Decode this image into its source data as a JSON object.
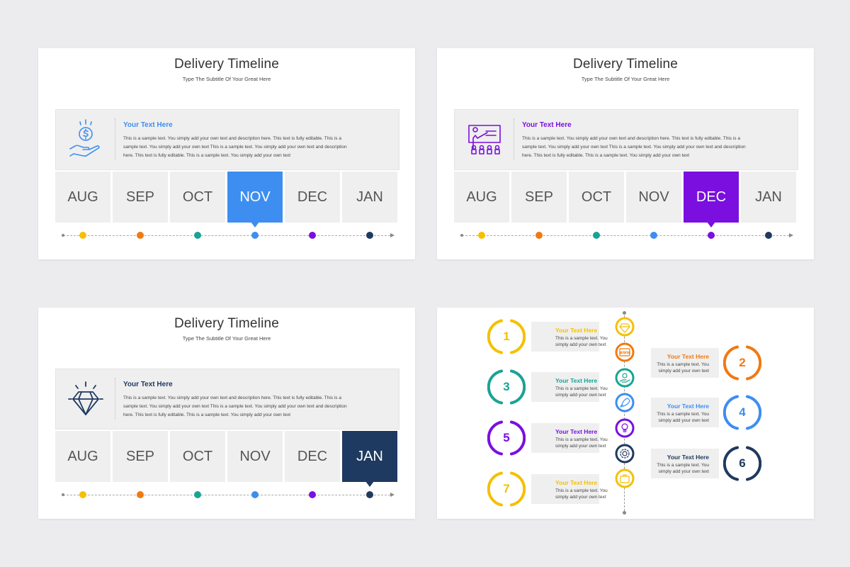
{
  "slides": [
    {
      "title": "Delivery Timeline",
      "subtitle": "Type The Subtitle Of Your Great Here",
      "icon": "money-hand-icon",
      "accent": "#3d8ef0",
      "info_heading": "Your Text Here",
      "info_body": "This is a sample text. You simply add your own text and description here. This text is fully editable. This is a sample text. You simply add your own text This is a sample text. You simply add your own text and description here. This text is fully editable. This is a sample text. You simply add your own text",
      "months": [
        "AUG",
        "SEP",
        "OCT",
        "NOV",
        "DEC",
        "JAN"
      ],
      "active_index": 3
    },
    {
      "title": "Delivery Timeline",
      "subtitle": "Type The Subtitle Of Your Great Here",
      "icon": "presentation-icon",
      "accent": "#7a0fe0",
      "info_heading": "Your Text Here",
      "info_body": "This is a sample text. You simply add your own text and description here. This text is fully editable. This is a sample text. You simply add your own text This is a sample text. You simply add your own text and description here. This text is fully editable. This is a sample text. You simply add your own text",
      "months": [
        "AUG",
        "SEP",
        "OCT",
        "NOV",
        "DEC",
        "JAN"
      ],
      "active_index": 4
    },
    {
      "title": "Delivery Timeline",
      "subtitle": "Type The Subtitle Of Your Great Here",
      "icon": "diamond-icon",
      "accent": "#1f3a60",
      "info_heading": "Your Text Here",
      "info_body": "This is a sample text. You simply add your own text and description here. This text is fully editable. This is a sample text. You simply add your own text This is a sample text. You simply add your own text and description here. This text is fully editable. This is a sample text. You simply add your own text",
      "months": [
        "AUG",
        "SEP",
        "OCT",
        "NOV",
        "DEC",
        "JAN"
      ],
      "active_index": 5
    }
  ],
  "timeline_dot_colors": [
    "#f5c000",
    "#ef7a12",
    "#1aa394",
    "#3d8ef0",
    "#7a0fe0",
    "#1f3a60"
  ],
  "steps": [
    {
      "number": "1",
      "heading": "Your Text Here",
      "body": "This is a sample text. You simply add your own text",
      "color": "#f5c000",
      "side": "left"
    },
    {
      "number": "2",
      "heading": "Your Text Here",
      "body": "This is a sample text. You simply add your own text",
      "color": "#ef7a12",
      "side": "right"
    },
    {
      "number": "3",
      "heading": "Your Text Here",
      "body": "This is a sample text. You simply add your own text",
      "color": "#1aa394",
      "side": "left"
    },
    {
      "number": "4",
      "heading": "Your Text Here",
      "body": "This is a sample text. You simply add your own text",
      "color": "#3d8ef0",
      "side": "right"
    },
    {
      "number": "5",
      "heading": "Your Text Here",
      "body": "This is a sample text. You simply add your own text",
      "color": "#7a0fe0",
      "side": "left"
    },
    {
      "number": "6",
      "heading": "Your Text Here",
      "body": "This is a sample text. You simply add your own text",
      "color": "#1f3a60",
      "side": "right"
    },
    {
      "number": "7",
      "heading": "Your Text Here",
      "body": "This is a sample text. You simply add your own text",
      "color": "#f5c000",
      "side": "left"
    }
  ],
  "node_icons": [
    {
      "icon": "diamond-icon",
      "color": "#f5c000"
    },
    {
      "icon": "www-icon",
      "color": "#ef7a12",
      "label": "WWW"
    },
    {
      "icon": "money-hand-icon",
      "color": "#1aa394"
    },
    {
      "icon": "rocket-icon",
      "color": "#3d8ef0"
    },
    {
      "icon": "lightbulb-icon",
      "color": "#7a0fe0"
    },
    {
      "icon": "gear-icon",
      "color": "#1f3a60"
    },
    {
      "icon": "briefcase-icon",
      "color": "#f5c000"
    }
  ]
}
